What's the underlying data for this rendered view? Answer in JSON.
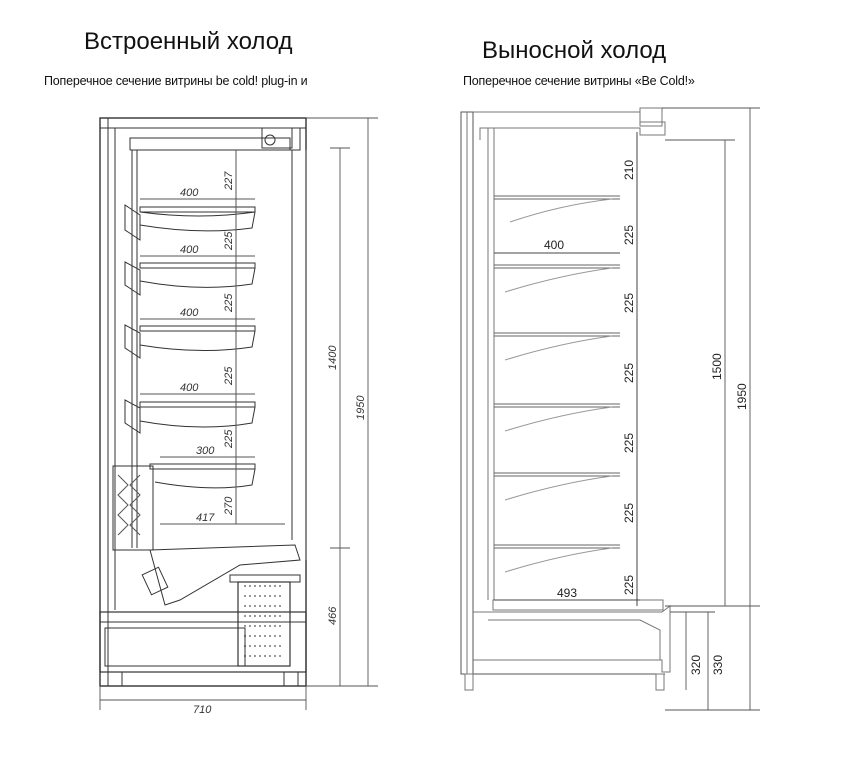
{
  "left": {
    "title": "Встроенный холод",
    "subtitle": "Поперечное сечение витрины be cold! plug-in и",
    "shelves": [
      {
        "depth": "400",
        "gap": "227"
      },
      {
        "depth": "400",
        "gap": "225"
      },
      {
        "depth": "400",
        "gap": "225"
      },
      {
        "depth": "400",
        "gap": "225"
      },
      {
        "depth": "300",
        "gap": "225"
      },
      {
        "depth": "417",
        "gap": "270"
      }
    ],
    "dim_total_height": "1950",
    "dim_display_height": "1400",
    "dim_base_height": "466",
    "dim_width": "710"
  },
  "right": {
    "title": "Выносной холод",
    "subtitle": "Поперечное сечение витрины «Be Cold!»",
    "shelf_depth": "400",
    "base_depth": "493",
    "gaps": [
      "210",
      "225",
      "225",
      "225",
      "225",
      "225",
      "225"
    ],
    "dim_total_height": "1950",
    "dim_display_height": "1500",
    "dim_base_1": "320",
    "dim_base_2": "330"
  },
  "colors": {
    "line": "#333333",
    "light_line": "#8a8a8a",
    "background": "#ffffff"
  }
}
